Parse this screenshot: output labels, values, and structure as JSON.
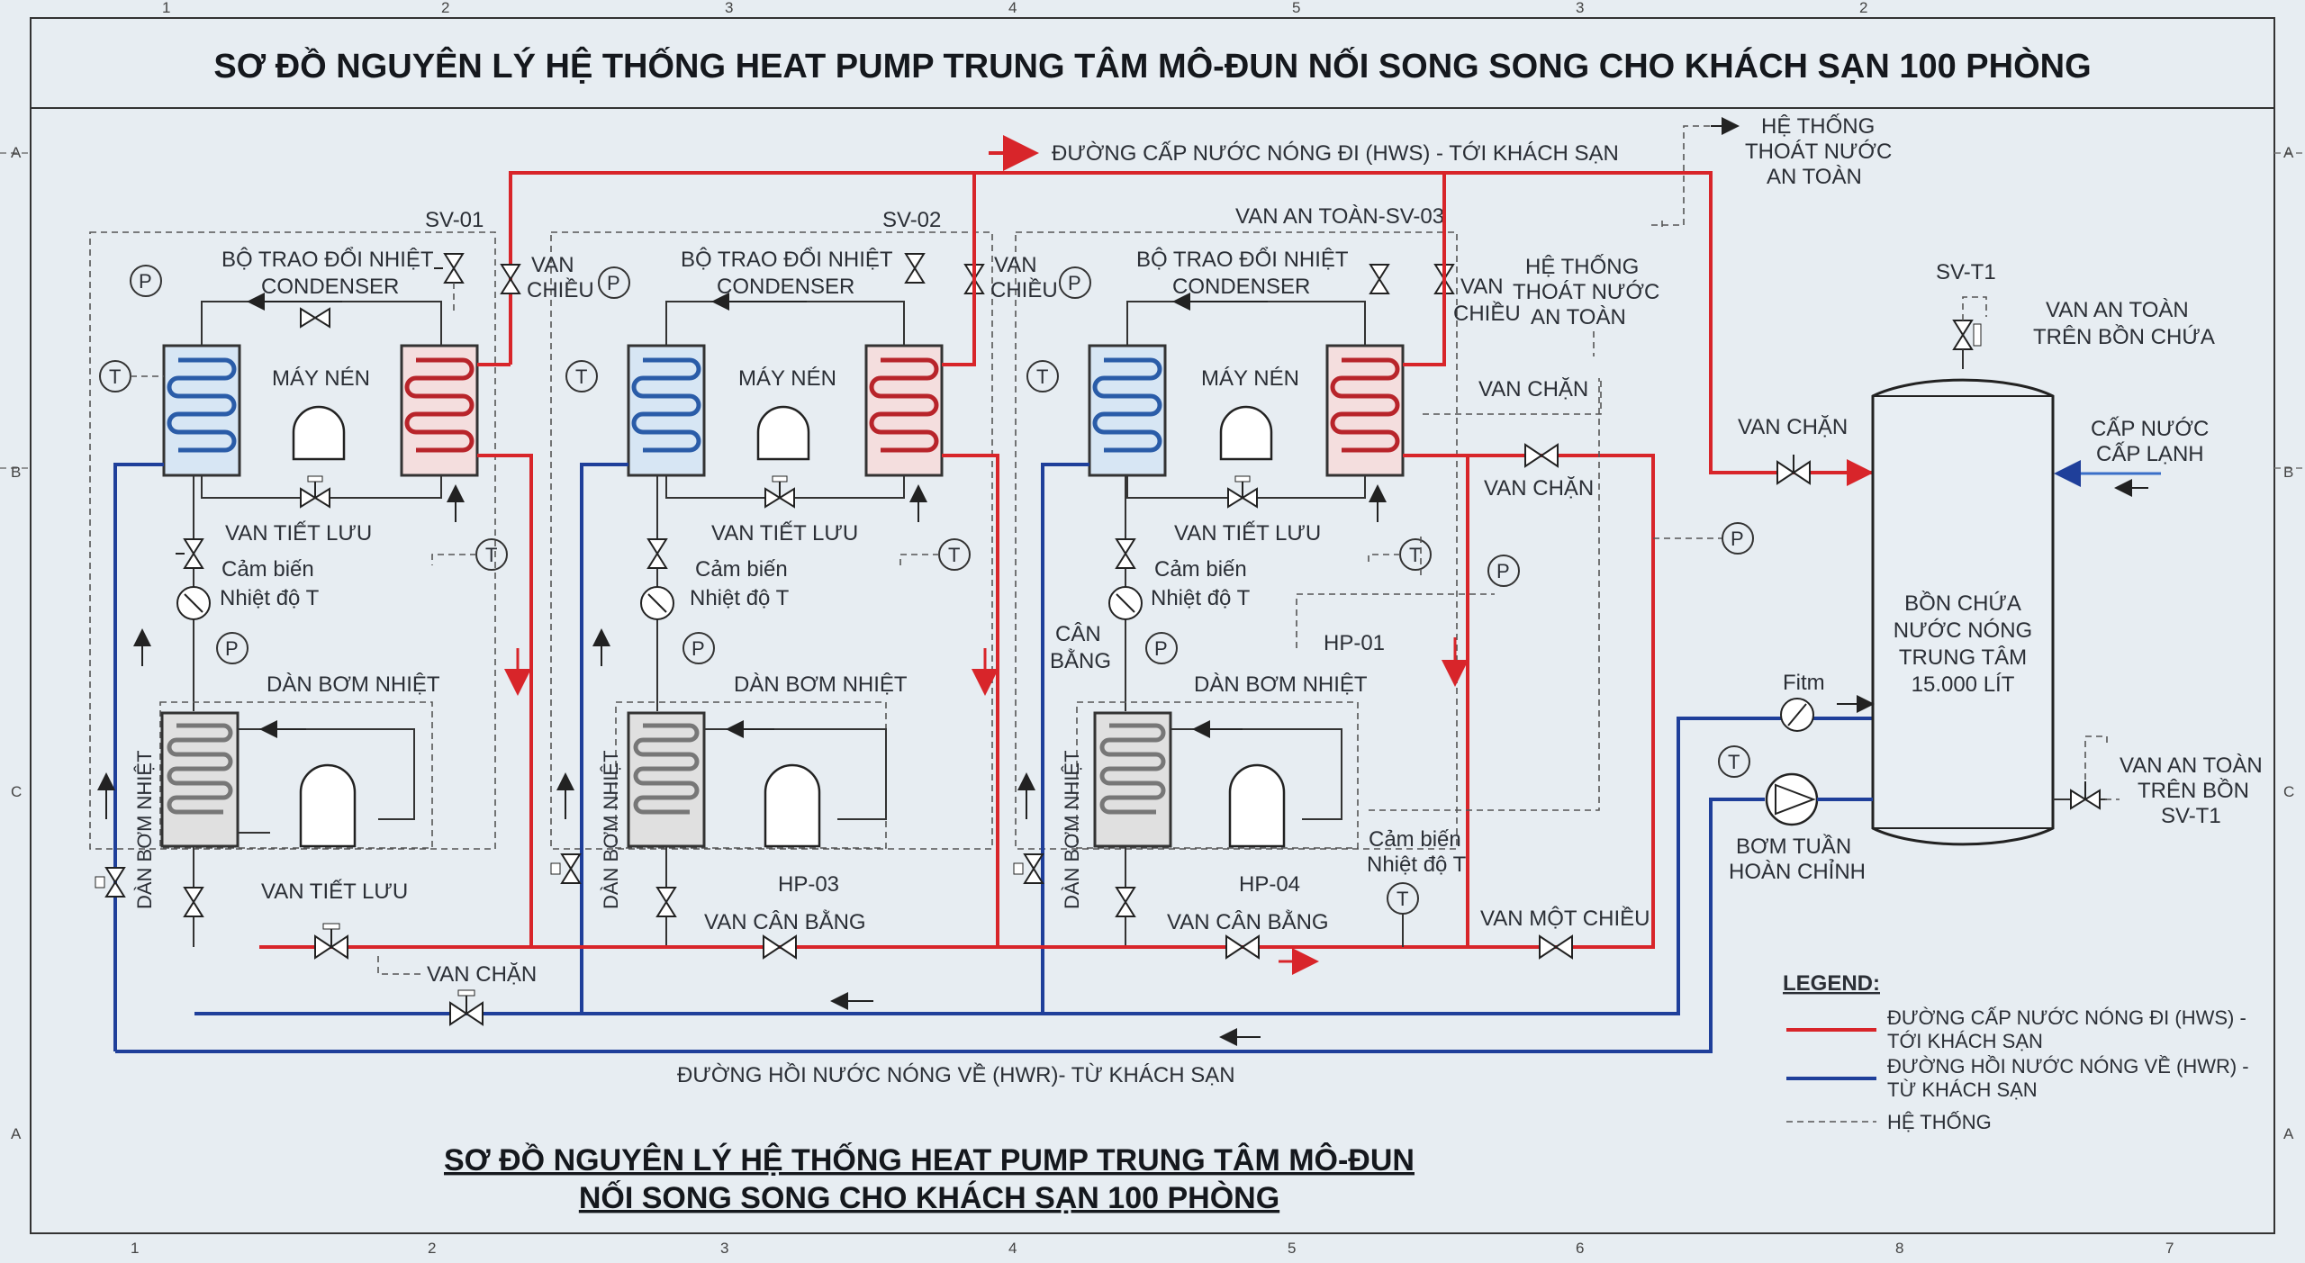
{
  "title": "SƠ ĐỒ NGUYÊN LÝ HỆ THỐNG HEAT PUMP TRUNG TÂM MÔ-ĐUN NỐI SONG SONG CHO KHÁCH SẠN 100 PHÒNG",
  "subtitle_line1": "SƠ ĐỒ NGUYÊN LÝ HỆ THỐNG HEAT PUMP TRUNG TÂM MÔ-ĐUN",
  "subtitle_line2": "NỐI SONG SONG CHO KHÁCH SẠN 100 PHÒNG",
  "grid": {
    "top": [
      "1",
      "2",
      "3",
      "4",
      "5",
      "3",
      "2"
    ],
    "bottom": [
      "1",
      "2",
      "3",
      "4",
      "5",
      "6",
      "8",
      "7"
    ],
    "left": [
      "A",
      "B",
      "C",
      "A"
    ],
    "right": [
      "A",
      "B",
      "C",
      "A"
    ]
  },
  "pipes": {
    "hws_label": "ĐƯỜNG CẤP NƯỚC NÓNG ĐI (HWS) - TỚI KHÁCH SẠN",
    "hwr_label": "ĐƯỜNG HỒI NƯỚC NÓNG VỀ (HWR)- TỪ KHÁCH SẠN"
  },
  "units": [
    {
      "sv": "SV-01",
      "hx_label_1": "BỘ TRAO ĐỔI NHIỆT",
      "hx_label_2": "CONDENSER",
      "compressor": "MÁY NÉN",
      "expansion": "VAN TIẾT LƯU",
      "sensor_1": "Cảm biến",
      "sensor_2": "Nhiệt độ T",
      "evap": "DÀN BƠM NHIỆT",
      "evap_v": "DÀN BƠM NHIỆT",
      "check_1": "VAN",
      "check_2": "CHIỀU",
      "bottom_valve": "VAN TIẾT LƯU",
      "id": ""
    },
    {
      "sv": "SV-02",
      "hx_label_1": "BỘ TRAO ĐỔI NHIỆT",
      "hx_label_2": "CONDENSER",
      "compressor": "MÁY NÉN",
      "expansion": "VAN TIẾT LƯU",
      "sensor_1": "Cảm biến",
      "sensor_2": "Nhiệt độ T",
      "evap": "DÀN BƠM NHIỆT",
      "evap_v": "DÀN BƠM NHIỆT",
      "check_1": "VAN",
      "check_2": "CHIỀU",
      "bottom_valve": "VAN CÂN BẰNG",
      "id": "HP-03"
    },
    {
      "sv": "VAN AN TOÀN-SV-03",
      "hx_label_1": "BỘ TRAO ĐỔI NHIỆT",
      "hx_label_2": "CONDENSER",
      "compressor": "MÁY NÉN",
      "expansion": "VAN TIẾT LƯU",
      "sensor_1": "Cảm biến",
      "sensor_2": "Nhiệt độ T",
      "evap": "DÀN BƠM NHIỆT",
      "evap_v": "DÀN BƠM NHIỆT",
      "check_1": "VAN",
      "check_2": "CHIỀU",
      "bottom_valve": "VAN CÂN BẰNG",
      "id": "HP-04"
    }
  ],
  "labels": {
    "van_chan_bottom": "VAN CHẶN",
    "can_bang_1": "CÂN",
    "can_bang_2": "BẰNG",
    "hp01": "HP-01",
    "van_chan_1": "VAN CHẶN",
    "van_chan_2": "VAN CHẶN",
    "van_chan_3": "VAN CHẶN",
    "safety_1": "HỆ THỐNG",
    "safety_2": "THOÁT NƯỚC",
    "safety_3": "AN TOÀN",
    "he_thong_1": "HỆ THỐNG",
    "he_thong_2": "THOÁT NƯỚC",
    "he_thong_3": "AN TOÀN",
    "sensor_r_1": "Cảm biến",
    "sensor_r_2": "Nhiệt độ T",
    "van_mot_chieu": "VAN MỘT CHIỀU",
    "svt1": "SV-T1",
    "van_an_toan_1": "VAN AN TOÀN",
    "van_an_toan_2": "TRÊN BỒN CHỨA",
    "cap_nuoc_1": "CẤP NƯỚC",
    "cap_nuoc_2": "CẤP LẠNH",
    "tank_1": "BỒN CHỨA",
    "tank_2": "NƯỚC NÓNG",
    "tank_3": "TRUNG TÂM",
    "tank_4": "15.000 LÍT",
    "fitm": "Fitm",
    "pump_1": "BƠM TUẦN",
    "pump_2": "HOÀN CHỈNH",
    "vat2_1": "VAN AN TOÀN",
    "vat2_2": "TRÊN BỒN",
    "vat2_3": "SV-T1",
    "p": "P",
    "t": "T"
  },
  "legend": {
    "title": "LEGEND:",
    "hws_1": "ĐƯỜNG CẤP NƯỚC NÓNG ĐI (HWS) -",
    "hws_2": "TỚI KHÁCH SẠN",
    "hwr_1": "ĐƯỜNG HỒI NƯỚC NÓNG VỀ (HWR) -",
    "hwr_2": "TỪ KHÁCH SẠN",
    "system": "HỆ THỐNG"
  },
  "colors": {
    "hws": "#d8252a",
    "hwr": "#1f3f9a",
    "background": "#e7edf2"
  }
}
